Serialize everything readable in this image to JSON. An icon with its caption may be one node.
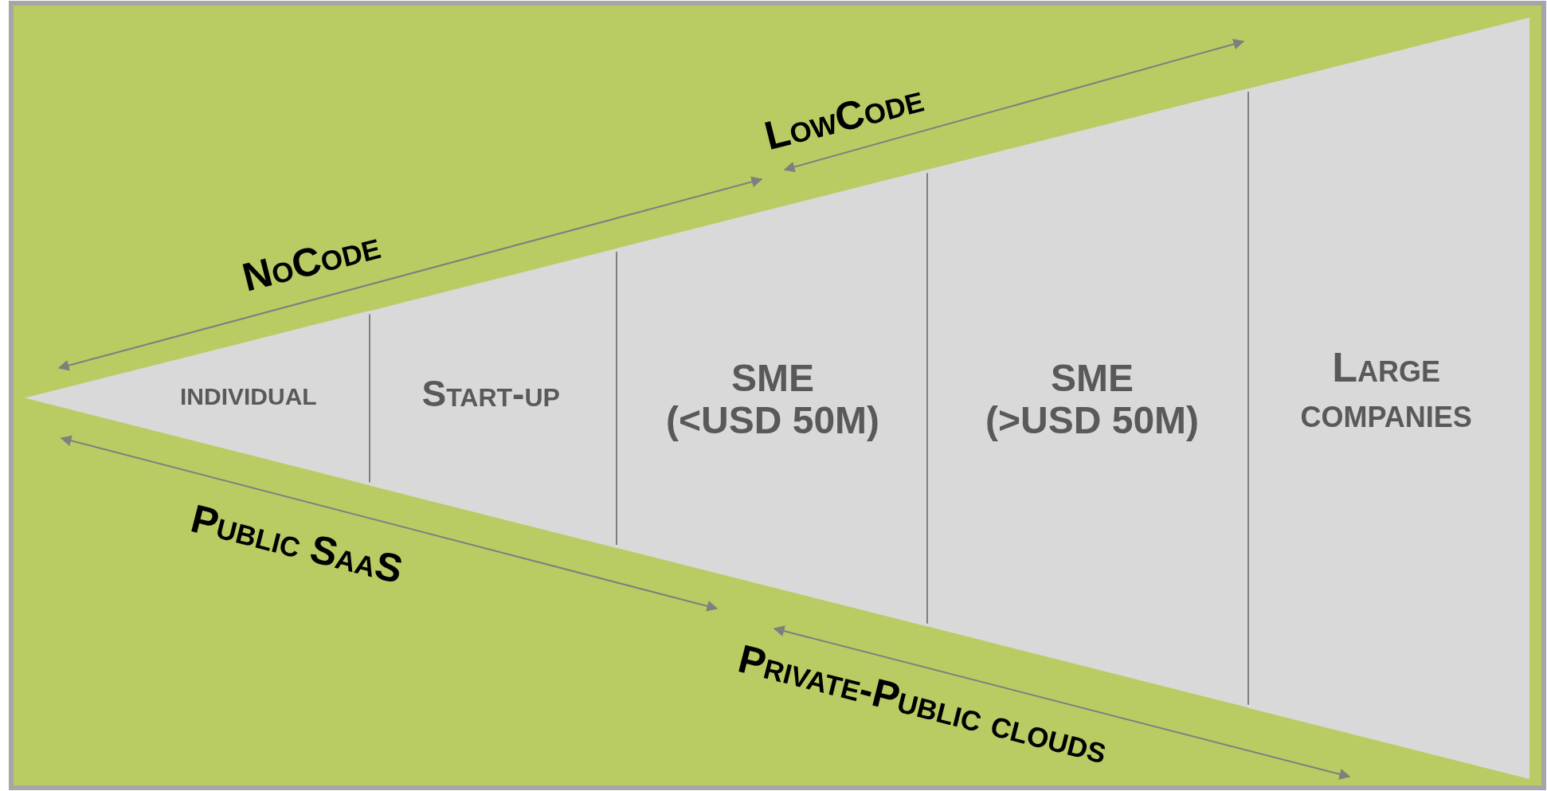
{
  "diagram": {
    "nodes": [
      {
        "text": [
          "INDIVIDUAL"
        ]
      },
      {
        "text": [
          "Start-up"
        ]
      },
      {
        "text": [
          "SME (<USD 50M)"
        ]
      },
      {
        "text": [
          "SME (>USD 50M)"
        ]
      },
      {
        "text": [
          "Large companies"
        ]
      }
    ],
    "labels": [
      "LowCode",
      "NoCode",
      "Public SaaS",
      "Private-Public clouds"
    ]
  }
}
